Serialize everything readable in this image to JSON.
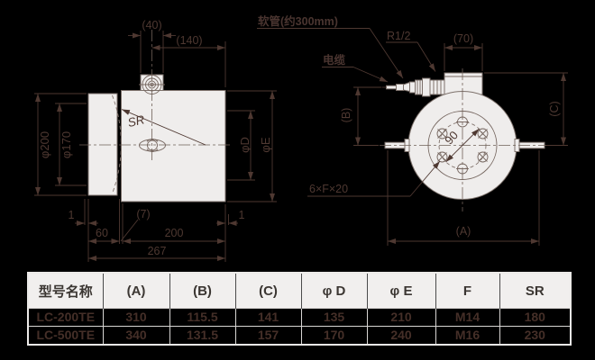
{
  "side_view": {
    "dim_top_width": "(40)",
    "dim_top_offset": "(140)",
    "dia_outer": "φ200",
    "dia_face": "φ170",
    "sphere_radius": "SR",
    "dia_d": "φD",
    "dia_e": "φE",
    "dim_left_step": "1",
    "dim_right_step": "1",
    "dim_cap_len": "60",
    "dim_gap": "(7)",
    "dim_body_len": "200",
    "dim_total_len": "267"
  },
  "front_view": {
    "hose_label": "软管(约300mm)",
    "thread_label": "R1/2",
    "cable_label": "电缆",
    "dim_block_width": "(70)",
    "dim_b": "(B)",
    "dim_c": "(C)",
    "bolt_circle": "90",
    "bolt_note": "6×F×20",
    "dim_a": "(A)"
  },
  "table": {
    "headers": [
      "型号名称",
      "(A)",
      "(B)",
      "(C)",
      "φ D",
      "φ E",
      "F",
      "SR"
    ],
    "rows": [
      [
        "LC-200TE",
        "310",
        "115.5",
        "141",
        "135",
        "210",
        "M14",
        "180"
      ],
      [
        "LC-500TE",
        "340",
        "131.5",
        "157",
        "170",
        "240",
        "M16",
        "230"
      ]
    ]
  },
  "colors": {
    "background": "#000000",
    "drawing_fill": "#efedec",
    "dim_line": "#4e3831",
    "table_header_bg": "#f1efee",
    "table_header_text": "#3b3632",
    "table_value_text": "#452f28",
    "table_border": "#eceae8"
  }
}
